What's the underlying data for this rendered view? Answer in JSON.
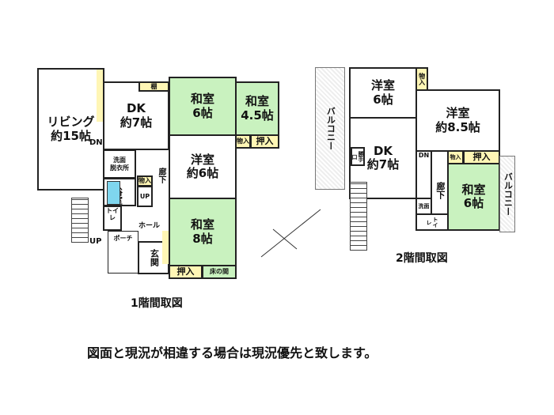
{
  "floor1": {
    "caption": "1階間取図",
    "living": [
      "リビング",
      "約15帖"
    ],
    "dk": [
      "DK",
      "約7帖"
    ],
    "shelf": "棚",
    "washitsu6": [
      "和室",
      "6帖"
    ],
    "washitsu45": [
      "和室",
      "4.5帖"
    ],
    "storage_a": "物入",
    "oshiire_a": "押入",
    "youshitsu6": [
      "洋室",
      "約6帖"
    ],
    "washitsu8": [
      "和室",
      "8帖"
    ],
    "oshiire_b": "押入",
    "tokonoma": "床の間",
    "senmen": [
      "洗面",
      "脱衣所"
    ],
    "bath": "浴室",
    "storage_b": "物入",
    "up_inner": "UP",
    "rouka": "廊下",
    "toilet": "トイレ",
    "hall": "ホール",
    "porch": "ポーチ",
    "genkan": "玄関",
    "dn": "DN",
    "up_outer": "UP"
  },
  "floor2": {
    "caption": "2階間取図",
    "balcony_left": "バルコニー",
    "youshitsu6": [
      "洋室",
      "6帖"
    ],
    "storage_a": "物入",
    "youshitsu85": [
      "洋室",
      "約8.5帖"
    ],
    "dk": [
      "DK",
      "約7帖"
    ],
    "katteguchi": "勝手口",
    "dn": "DN",
    "rouka": "廊下",
    "storage_b": "物入",
    "oshiire": "押入",
    "washitsu6": [
      "和室",
      "6帖"
    ],
    "balcony_right": "バルコニー",
    "senmen": "洗面",
    "toilet": "トイレ"
  },
  "notice": "図面と現況が相違する場合は現況優先と致します。"
}
